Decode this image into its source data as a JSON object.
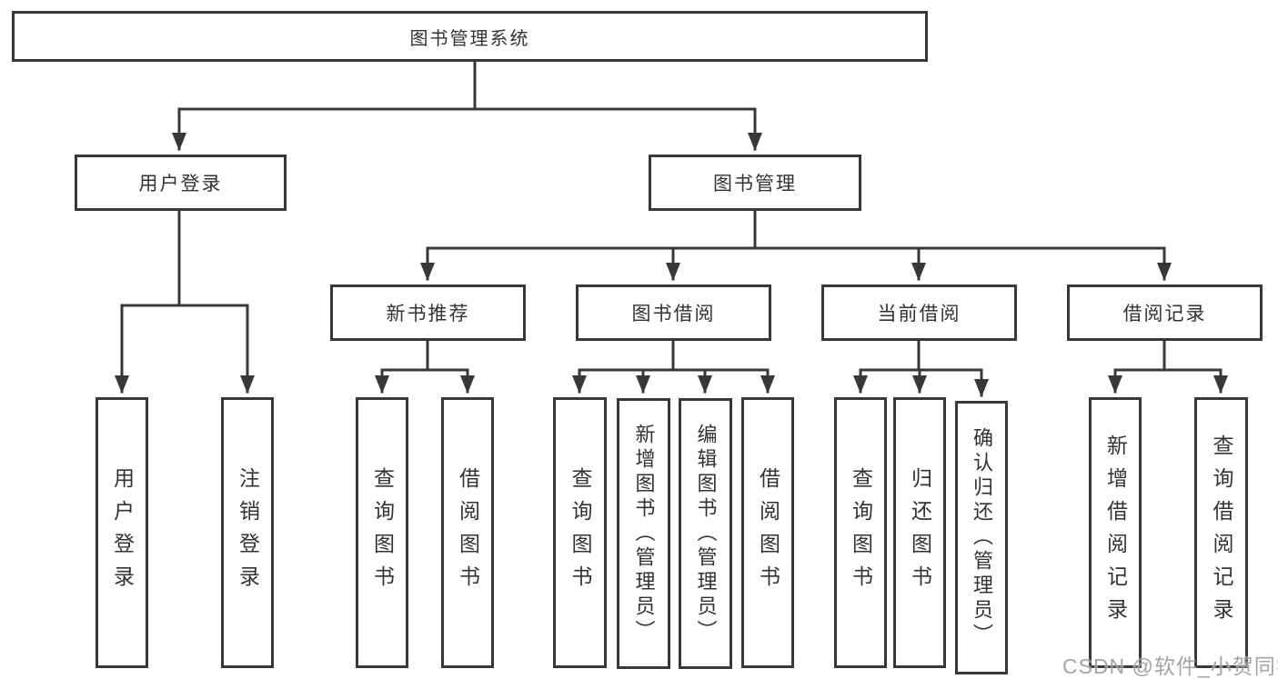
{
  "tree": {
    "label": "图书管理系统",
    "children": [
      {
        "label": "用户登录",
        "children": [
          {
            "label": "用户登录"
          },
          {
            "label": "注销登录"
          }
        ]
      },
      {
        "label": "图书管理",
        "children": [
          {
            "label": "新书推荐",
            "children": [
              {
                "label": "查询图书"
              },
              {
                "label": "借阅图书"
              }
            ]
          },
          {
            "label": "图书借阅",
            "children": [
              {
                "label": "查询图书"
              },
              {
                "label": "新增图书（管理员）"
              },
              {
                "label": "编辑图书（管理员）"
              },
              {
                "label": "借阅图书"
              }
            ]
          },
          {
            "label": "当前借阅",
            "children": [
              {
                "label": "查询图书"
              },
              {
                "label": "归还图书"
              },
              {
                "label": "确认归还（管理员）"
              }
            ]
          },
          {
            "label": "借阅记录",
            "children": [
              {
                "label": "新增借阅记录"
              },
              {
                "label": "查询借阅记录"
              }
            ]
          }
        ]
      }
    ]
  },
  "watermark": {
    "text": "CSDN @软件_小贺同学"
  },
  "colors": {
    "line": "#383838",
    "text": "#333333",
    "background": "#ffffff",
    "watermark": "#949494"
  }
}
